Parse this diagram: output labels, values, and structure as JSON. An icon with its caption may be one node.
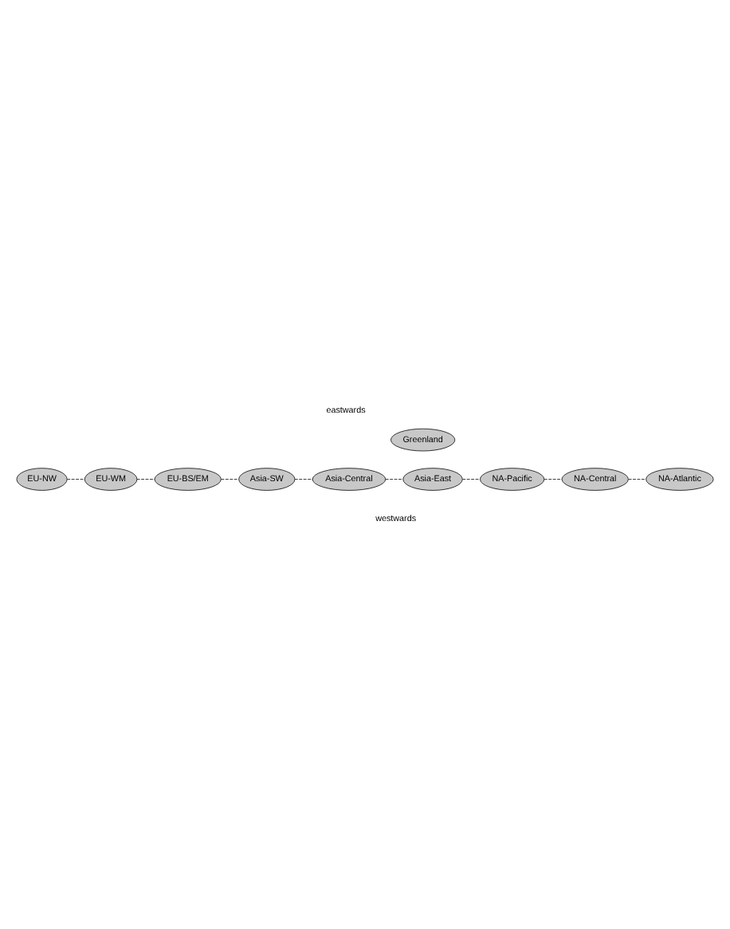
{
  "diagram": {
    "nodes": [
      {
        "text": [
          "Greenland"
        ]
      },
      {
        "text": [
          "EU-NW"
        ]
      },
      {
        "text": [
          "EU-WM"
        ]
      },
      {
        "text": [
          "EU-BS/EM"
        ]
      },
      {
        "text": [
          "Asia-SW"
        ]
      },
      {
        "text": [
          "Asia-Central"
        ]
      },
      {
        "text": [
          "Asia-East"
        ]
      },
      {
        "text": [
          "NA-Pacific"
        ]
      },
      {
        "text": [
          "NA-Central"
        ]
      },
      {
        "text": [
          "NA-Atlantic"
        ]
      }
    ],
    "edges": [
      {
        "from": 1,
        "to": 2,
        "arrow": "none",
        "style": "dashed"
      },
      {
        "from": 2,
        "to": 3,
        "arrow": "none",
        "style": "dashed"
      },
      {
        "from": 3,
        "to": 4,
        "arrow": "none",
        "style": "dashed"
      },
      {
        "from": 4,
        "to": 5,
        "arrow": "none",
        "style": "dashed"
      },
      {
        "from": 5,
        "to": 6,
        "arrow": "none",
        "style": "dashed"
      },
      {
        "from": 6,
        "to": 7,
        "arrow": "none",
        "style": "dashed"
      },
      {
        "from": 7,
        "to": 8,
        "arrow": "none",
        "style": "dashed"
      },
      {
        "from": 8,
        "to": 9,
        "arrow": "none",
        "style": "dashed"
      }
    ],
    "labels": [
      "eastwards",
      "westwards"
    ]
  }
}
